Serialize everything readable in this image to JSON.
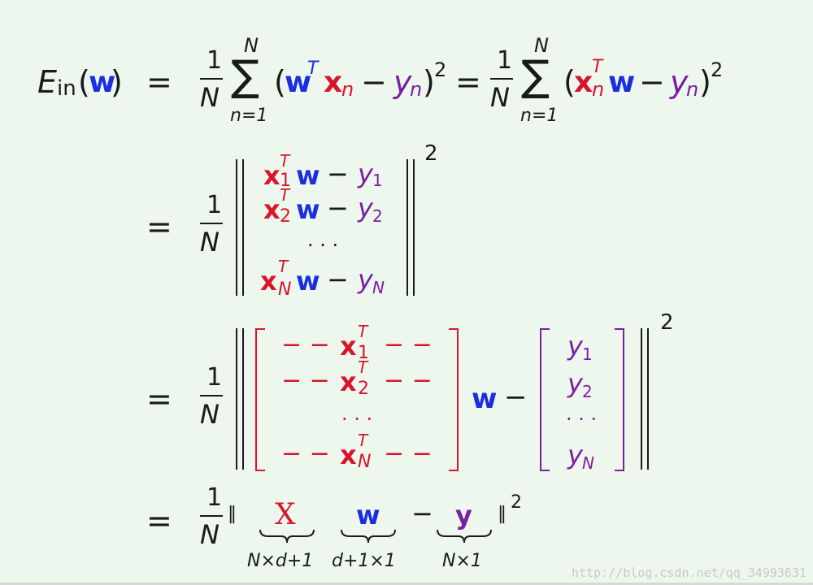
{
  "lhs": {
    "E": "E",
    "in": "in",
    "w": "w",
    "lp": "(",
    "rp": ")"
  },
  "eq": "=",
  "one": "1",
  "N": "N",
  "sum": {
    "sigma": "∑",
    "upper": "N",
    "lower": "n=1"
  },
  "line1": {
    "t1_open": "(",
    "t1_w": "w",
    "t1_T": "T",
    "t1_x": "x",
    "t1_n": "n",
    "minus": "−",
    "y": "y",
    "yn": "n",
    "close": ")",
    "sq": "2",
    "t2_open": "(",
    "t2_x": "x",
    "t2_T": "T",
    "t2_n": "n",
    "t2_w": "w"
  },
  "line2": {
    "rows": [
      {
        "x": "x",
        "sub": "1",
        "T": "T",
        "w": "w",
        "minus": "−",
        "y": "y",
        "ysub": "1"
      },
      {
        "x": "x",
        "sub": "2",
        "T": "T",
        "w": "w",
        "minus": "−",
        "y": "y",
        "ysub": "2"
      },
      {
        "x": "x",
        "sub": "N",
        "T": "T",
        "w": "w",
        "minus": "−",
        "y": "y",
        "ysub": "N"
      }
    ],
    "dots": "· · ·",
    "sq": "2"
  },
  "line3": {
    "dashes": "− −",
    "rows": [
      {
        "x": "x",
        "sub": "1",
        "T": "T"
      },
      {
        "x": "x",
        "sub": "2",
        "T": "T"
      },
      {
        "x": "x",
        "sub": "N",
        "T": "T"
      }
    ],
    "dots": "· · ·",
    "w": "w",
    "minus": "−",
    "ys": [
      {
        "y": "y",
        "sub": "1"
      },
      {
        "y": "y",
        "sub": "2"
      },
      {
        "y": "y",
        "sub": "N"
      }
    ],
    "sq": "2"
  },
  "line4": {
    "norm": "‖",
    "X": "X",
    "w": "w",
    "minus": "−",
    "y": "y",
    "sq": "2",
    "under_X": "N×d+1",
    "under_w": "d+1×1",
    "under_y": "N×1"
  },
  "watermark": "http://blog.csdn.net/qq_34993631",
  "colors": {
    "red": "#d9142b",
    "blue": "#1a2ee0",
    "purple": "#7a1fa0",
    "bg": "#eef7ee"
  }
}
